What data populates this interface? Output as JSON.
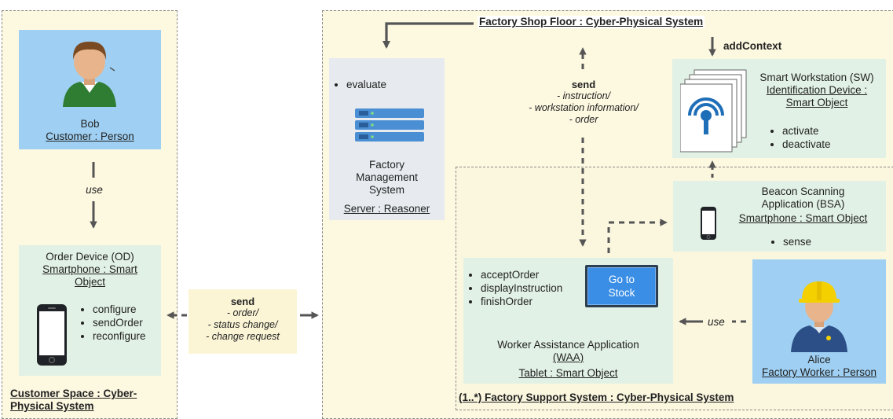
{
  "colors": {
    "region_fill": "#fdf8e0",
    "person_fill": "#9fd0f3",
    "object_fill": "#e2f1e5",
    "server_fill": "#e7ebef",
    "arrow": "#555555",
    "button_fill": "#3a8ee6"
  },
  "regions": {
    "customer_space": "Customer Space : Cyber-Physical System",
    "factory_shop_floor": "Factory Shop Floor : Cyber-Physical System",
    "factory_support": "(1..*) Factory Support System : Cyber-Physical System"
  },
  "bob": {
    "name": "Bob",
    "role": "Customer : Person",
    "icon": "person-icon"
  },
  "use_bob": "use",
  "order_device": {
    "title": "Order Device (OD)",
    "type": "Smartphone : Smart Object",
    "icon": "smartphone-icon",
    "operations": [
      "configure",
      "sendOrder",
      "reconfigure"
    ]
  },
  "send_order_msg": {
    "title": "send",
    "items": [
      "- order/",
      "- status change/",
      "- change request"
    ]
  },
  "fms": {
    "operation": "evaluate",
    "icon": "server-icon",
    "name_lines": [
      "Factory",
      "Management",
      "System"
    ],
    "type": "Server : Reasoner"
  },
  "send_instruction_msg": {
    "title": "send",
    "items": [
      "- instruction/",
      "- workstation information/",
      "- order"
    ]
  },
  "add_context": "addContext",
  "sw": {
    "title": "Smart Workstation (SW)",
    "type_lines": [
      "Identification Device :",
      "Smart Object"
    ],
    "icon": "beacon-icon",
    "operations": [
      "activate",
      "deactivate"
    ]
  },
  "bsa": {
    "title_lines": [
      "Beacon Scanning",
      "Application (BSA)"
    ],
    "type": "Smartphone : Smart Object",
    "icon": "smartphone-icon",
    "operations": [
      "sense"
    ]
  },
  "waa": {
    "operations": [
      "acceptOrder",
      "displayInstruction",
      "finishOrder"
    ],
    "button_lines": [
      "Go to",
      "Stock"
    ],
    "name_lines": [
      "Worker Assistance Application",
      "(WAA)"
    ],
    "type": "Tablet : Smart Object"
  },
  "use_alice": "use",
  "alice": {
    "name": "Alice",
    "role": "Factory Worker : Person",
    "icon": "worker-icon"
  }
}
